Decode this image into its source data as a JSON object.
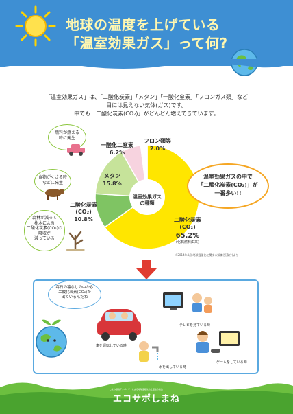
{
  "header": {
    "title_line1": "地球の温度を上げている",
    "title_line2": "「温室効果ガス」って何?"
  },
  "intro": {
    "line1": "「温室効果ガス」は、「二酸化炭素」「メタン」「一酸化窒素」「フロンガス類」など",
    "line2": "目には見えない気体(ガス)です。",
    "line3": "中でも「二酸化炭素(CO₂)」がどんどん増えてきています。"
  },
  "chart": {
    "center_label_1": "温室効果ガス",
    "center_label_2": "の種類",
    "source": "※2014年4月 地球温暖化に関する知識(気象庁)より"
  },
  "chart_data": {
    "type": "pie",
    "categories": [
      "二酸化炭素(CO₂)",
      "二酸化炭素(CO₂)",
      "メタン",
      "一酸化二窒素",
      "フロン類等"
    ],
    "values": [
      65.2,
      10.8,
      15.8,
      6.2,
      2.0
    ],
    "labels": [
      {
        "name": "二酸化炭素",
        "sub": "(CO₂)",
        "value": "65.2%",
        "note": "(化石燃料由来)"
      },
      {
        "name": "二酸化炭素",
        "sub": "(CO₂)",
        "value": "10.8%"
      },
      {
        "name": "メタン",
        "value": "15.8%"
      },
      {
        "name": "一酸化二窒素",
        "value": "6.2%"
      },
      {
        "name": "フロン類等",
        "value": "2.0%"
      }
    ],
    "colors": [
      "#ffe600",
      "#7fc463",
      "#c6e39a",
      "#f7d3df",
      "#ffffff"
    ]
  },
  "bubbles": {
    "car": "燃料が燃える\n時に発生",
    "cow": "食物がくさる時\nなどに発生",
    "forest": "森林が減って\n樹木による\n二酸化炭素(CO₂)の\n吸収が\n減っている"
  },
  "callout": {
    "line1": "温室効果ガスの中で",
    "line2": "「二酸化炭素(CO₂)」が",
    "line3": "一番多い!!"
  },
  "bottom": {
    "bubble": "毎日の暮らしの中から\n二酸化炭素(CO₂)が\n出ているんだね",
    "captions": [
      "車を運転している時",
      "テレビを見ている時",
      "水を出している時",
      "ゲームをしている時"
    ]
  },
  "footer": {
    "logo": "エコサポしまね",
    "tagline": "しまね環境アドバイザーによる地球温暖化防止活動の推進"
  },
  "colors": {
    "header_bg": "#3e8fd3",
    "title": "#fff7b0",
    "arrow": "#e03c31",
    "grass": "#6cbf3f"
  }
}
